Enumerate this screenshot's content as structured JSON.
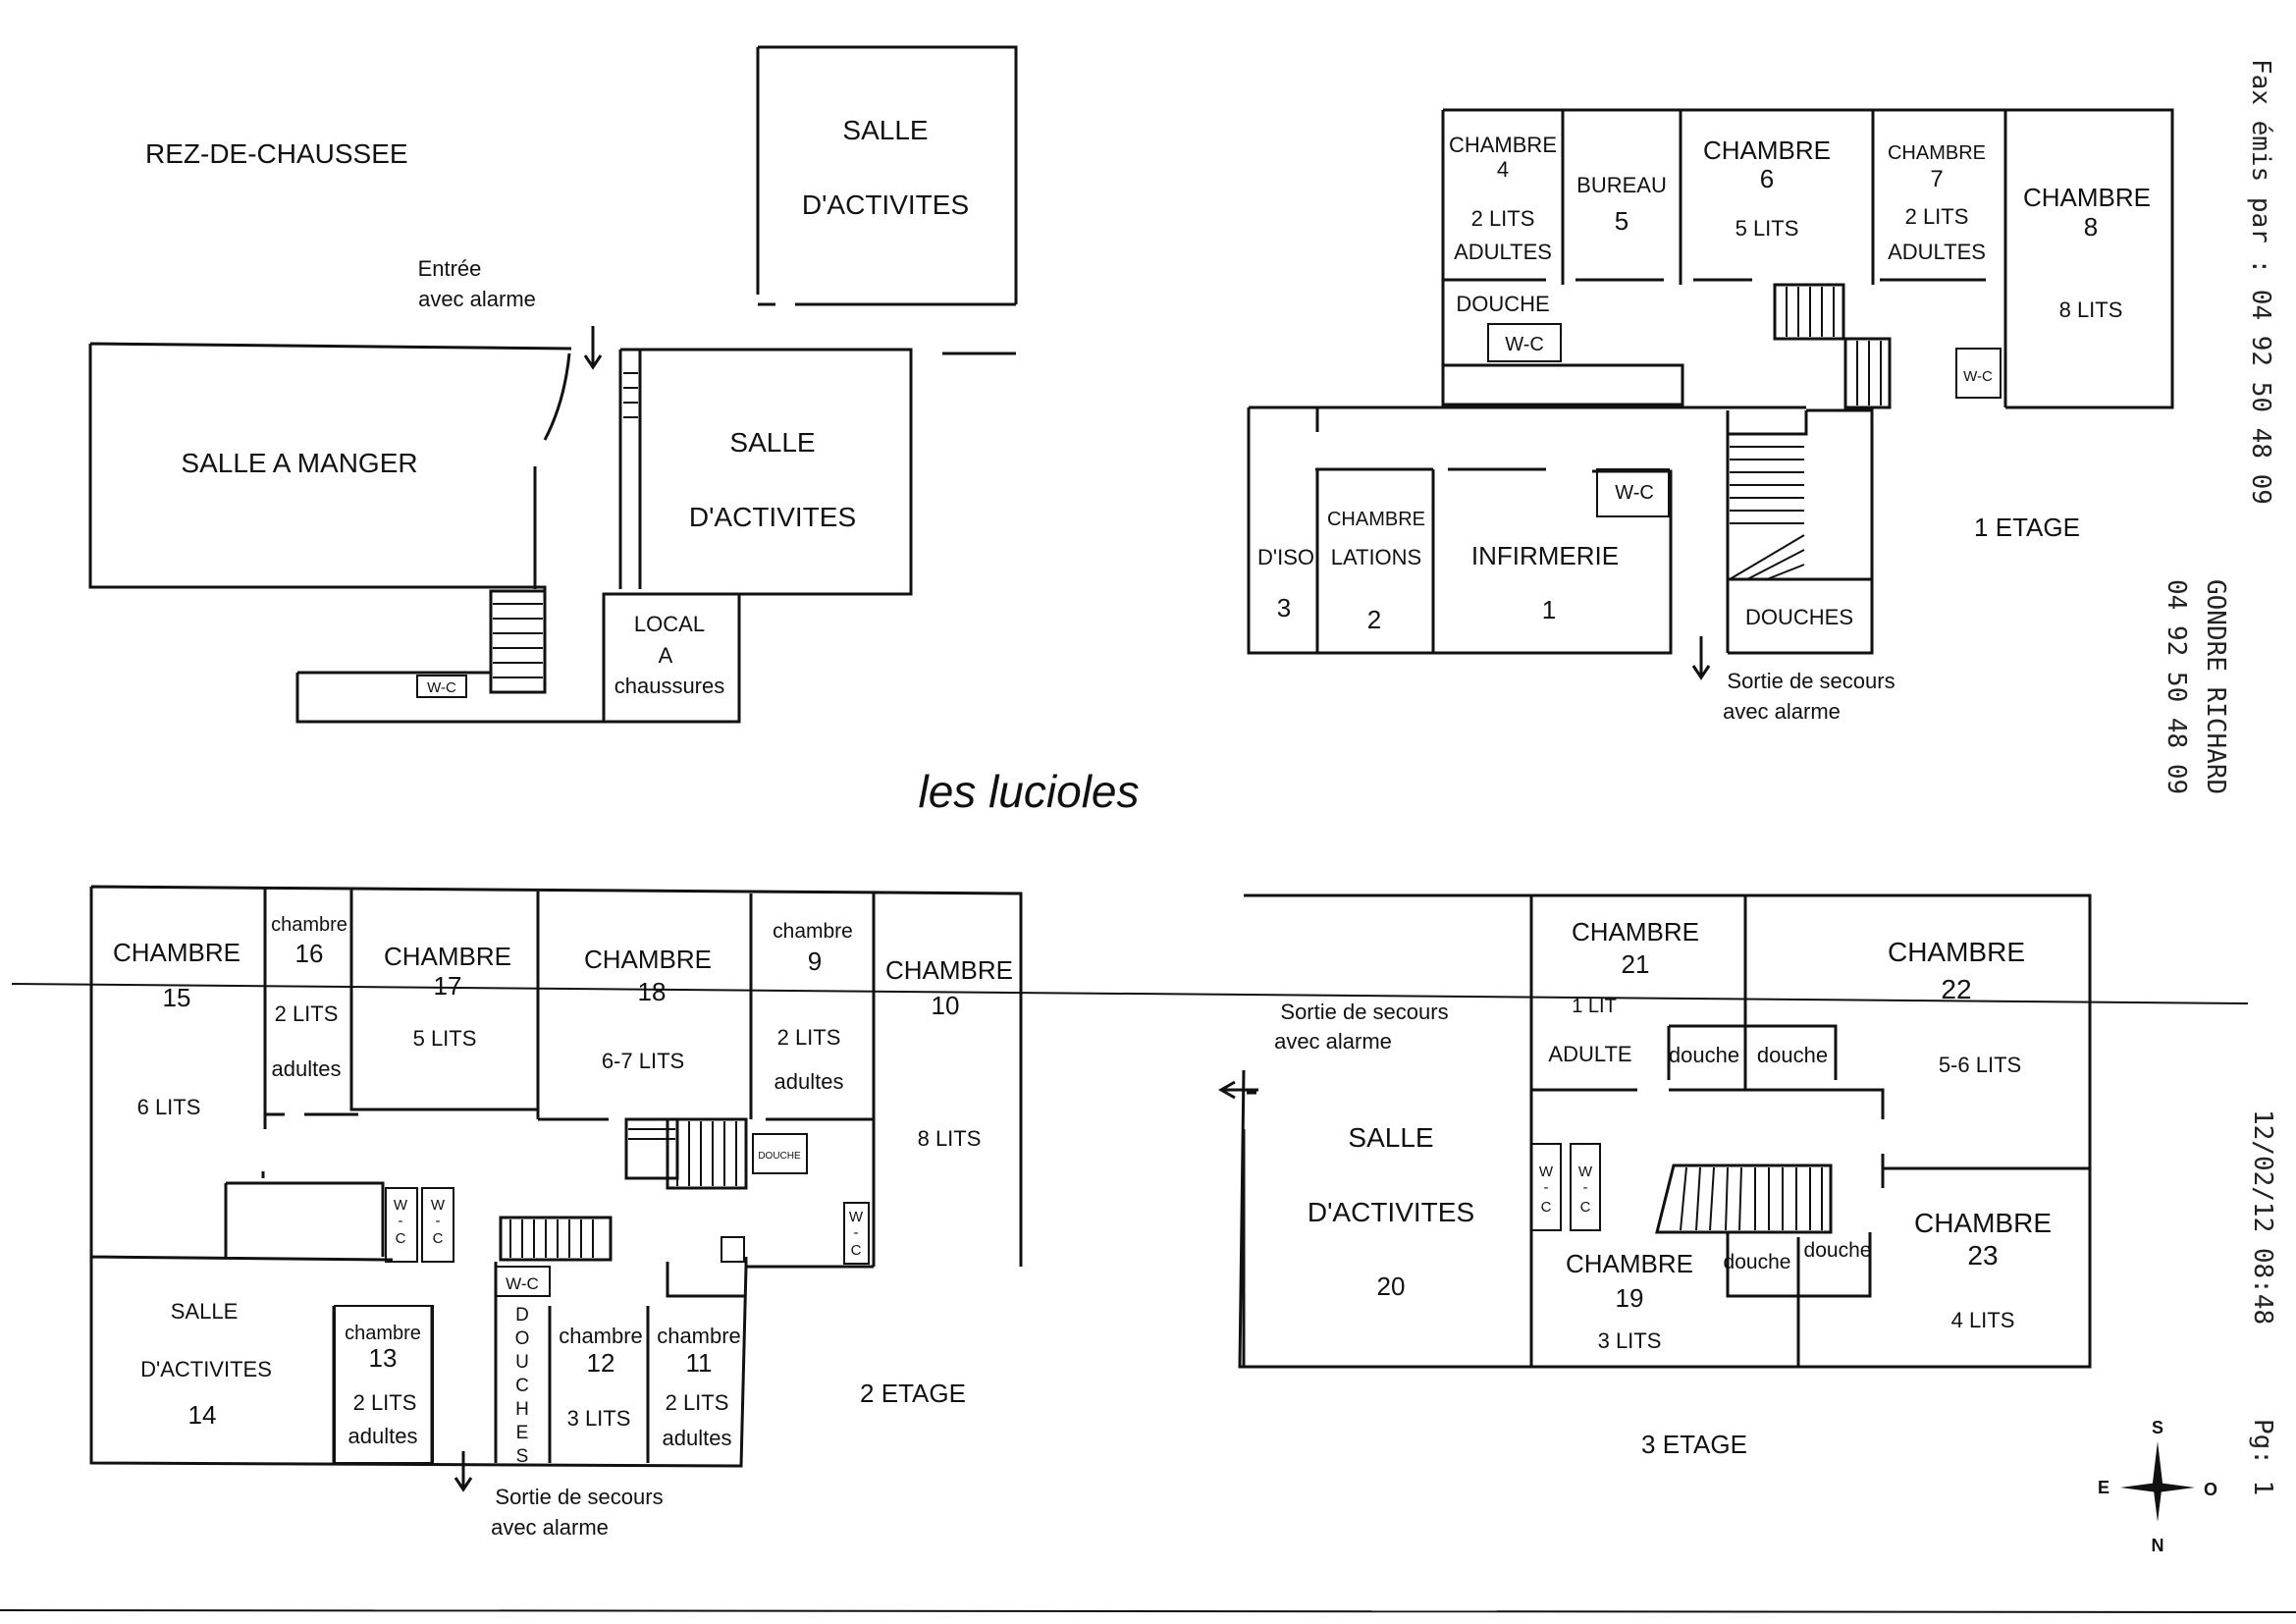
{
  "title": "les lucioles",
  "fax_header": {
    "sent_by": "Fax émis par : 04 92 50 48 09",
    "sender_number": "04 92 50 48 09",
    "sender_name": "GONDRE RICHARD",
    "date_time": "12/02/12   08:48",
    "page": "Pg:  1"
  },
  "compass": {
    "north": "N",
    "south": "S",
    "east": "E",
    "west": "O"
  },
  "ground_floor": {
    "title": "REZ-DE-CHAUSSEE",
    "entrance": [
      "Entrée",
      "avec alarme"
    ],
    "dining": "SALLE  A  MANGER",
    "activities_top": [
      "SALLE",
      "D'ACTIVITES"
    ],
    "activities_mid": [
      "SALLE",
      "D'ACTIVITES"
    ],
    "shoes": [
      "LOCAL",
      "A",
      "chaussures"
    ],
    "wc": "W-C"
  },
  "floor1": {
    "title": "1  ETAGE",
    "rooms": {
      "r4": [
        "CHAMBRE",
        "4",
        "2 LITS",
        "ADULTES"
      ],
      "bureau": [
        "BUREAU",
        "5"
      ],
      "r6": [
        "CHAMBRE",
        "6",
        "5 LITS"
      ],
      "r7": [
        "CHAMBRE",
        "7",
        "2 LITS",
        "ADULTES"
      ],
      "r8": [
        "CHAMBRE",
        "8",
        "8  LITS"
      ],
      "douche": "DOUCHE",
      "wc": "W-C",
      "wc_small": "W-C",
      "wc_infirm": "W-C",
      "isolation_a": "D'ISO",
      "isolation_b": "LATIONS",
      "isolation_c": "CHAMBRE",
      "n3": "3",
      "n2": "2",
      "infirmerie": [
        "INFIRMERIE",
        "1"
      ],
      "douches": "DOUCHES"
    },
    "exit": [
      "Sortie de secours",
      "avec alarme"
    ]
  },
  "floor2": {
    "title": "2  ETAGE",
    "rooms": {
      "r15": [
        "CHAMBRE",
        "15",
        "6  LITS"
      ],
      "r16": [
        "chambre",
        "16",
        "2 LITS",
        "adultes"
      ],
      "r17": [
        "CHAMBRE",
        "17",
        "5 LITS"
      ],
      "r18": [
        "CHAMBRE",
        "18",
        "6-7  LITS"
      ],
      "r9": [
        "chambre",
        "9",
        "2 LITS",
        "adultes"
      ],
      "r10": [
        "CHAMBRE",
        "10",
        "8 LITS"
      ],
      "r14": [
        "SALLE",
        "D'ACTIVITES",
        "14"
      ],
      "r13": [
        "chambre",
        "13",
        "2 LITS",
        "adultes"
      ],
      "r12": [
        "chambre",
        "12",
        "3 LITS"
      ],
      "r11": [
        "chambre",
        "11",
        "2 LITS",
        "adultes"
      ],
      "douches": [
        "D",
        "O",
        "U",
        "C",
        "H",
        "E",
        "S"
      ],
      "wc": "W-C",
      "wc_vert": [
        "W",
        "-",
        "C"
      ],
      "douche_small": "DOUCHE"
    },
    "exit": [
      "Sortie de secours",
      "avec alarme"
    ]
  },
  "floor3": {
    "title": "3  ETAGE",
    "rooms": {
      "r21": [
        "CHAMBRE",
        "21",
        "1 LIT",
        "ADULTE"
      ],
      "r22": [
        "CHAMBRE",
        "22",
        "5-6  LITS"
      ],
      "r20": [
        "SALLE",
        "D'ACTIVITES",
        "20"
      ],
      "r19": [
        "CHAMBRE",
        "19",
        "3 LITS"
      ],
      "r23": [
        "CHAMBRE",
        "23",
        "4 LITS"
      ],
      "douche": "douche",
      "wc_vert": [
        "W",
        "-",
        "C"
      ]
    },
    "exit": [
      "Sortie de secours",
      "avec alarme"
    ]
  }
}
